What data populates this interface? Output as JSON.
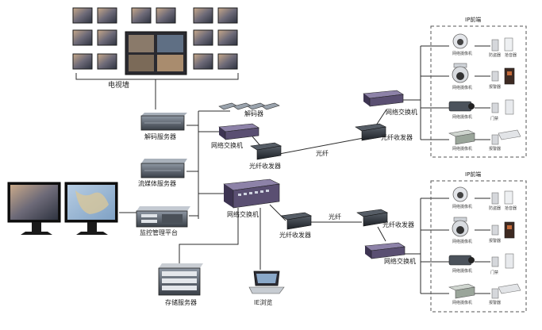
{
  "video_wall": {
    "label": "电视墙"
  },
  "servers": {
    "decoder_server": "解码服务器",
    "streaming_server": "流媒体服务器",
    "management_platform": "监控管理平台",
    "storage_server": "存储服务器",
    "ie_browse": "IE浏览"
  },
  "network": {
    "decoder": "解码器",
    "switch_upper": "网络交换机",
    "switch_center": "网络交换机",
    "switch_right_top": "网络交换机",
    "switch_right_bottom": "网络交换机",
    "transceiver_left_upper": "光纤收发器",
    "transceiver_left_lower": "光纤收发器",
    "transceiver_right_upper": "光纤收发器",
    "transceiver_right_lower": "光纤收发器",
    "fiber_upper": "光纤",
    "fiber_lower": "光纤"
  },
  "front_end_top": {
    "title": "IP前端",
    "cameras": [
      "网络摄像机",
      "网络摄像机",
      "网络摄像机",
      "网络摄像机"
    ],
    "devices": [
      "防盗器",
      "报警器",
      "门禁",
      "报警器"
    ],
    "pickups": [
      "拾音器",
      "",
      "",
      ""
    ]
  },
  "front_end_bottom": {
    "title": "IP前端",
    "cameras": [
      "网络摄像机",
      "网络摄像机",
      "网络摄像机",
      "网络摄像机"
    ],
    "devices": [
      "防盗器",
      "报警器",
      "门禁",
      "报警器"
    ],
    "pickups": [
      "拾音器",
      "",
      "",
      ""
    ]
  },
  "colors": {
    "line": "#2b2b2b",
    "device_dark": "#3a4048",
    "device_mid": "#6b7480",
    "switch_purple": "#5a4f72",
    "dashed_border": "#555555"
  }
}
